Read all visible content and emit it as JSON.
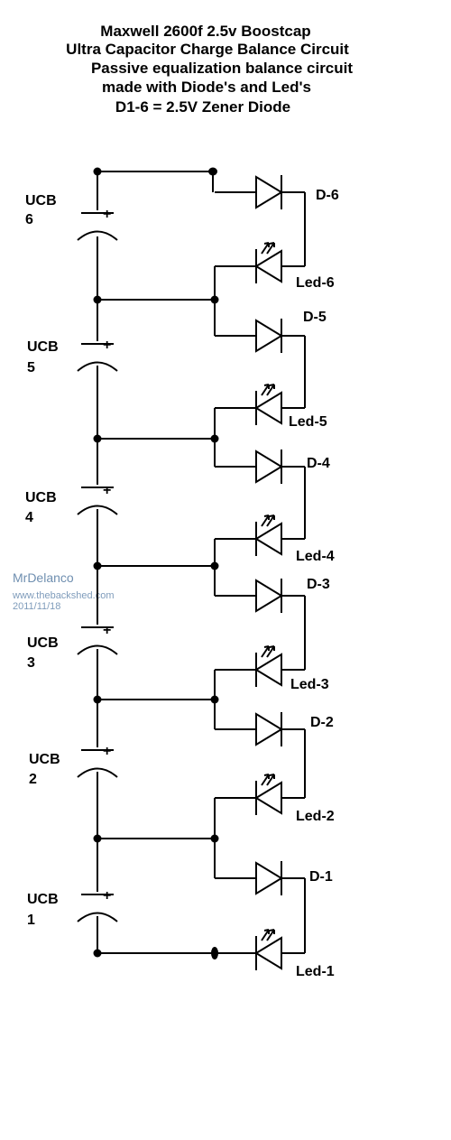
{
  "title_lines": [
    "Maxwell 2600f  2.5v Boostcap",
    "Ultra Capacitor Charge Balance Circuit",
    "Passive equalization balance circuit",
    "made with Diode's and Led's",
    "D1-6 = 2.5V Zener Diode"
  ],
  "capacitors": [
    {
      "id": "6",
      "name": "UCB",
      "number": "6",
      "polarity": "+"
    },
    {
      "id": "5",
      "name": "UCB",
      "number": "5",
      "polarity": "+"
    },
    {
      "id": "4",
      "name": "UCB",
      "number": "4",
      "polarity": "+"
    },
    {
      "id": "3",
      "name": "UCB",
      "number": "3",
      "polarity": "+"
    },
    {
      "id": "2",
      "name": "UCB",
      "number": "2",
      "polarity": "+"
    },
    {
      "id": "1",
      "name": "UCB",
      "number": "1",
      "polarity": "+"
    }
  ],
  "diodes": [
    "D-6",
    "D-5",
    "D-4",
    "D-3",
    "D-2",
    "D-1"
  ],
  "leds": [
    "Led-6",
    "Led-5",
    "Led-4",
    "Led-3",
    "Led-2",
    "Led-1"
  ],
  "watermark": {
    "name": "MrDelanco",
    "site": "www.thebackshed.com",
    "date": "2011/11/18"
  }
}
